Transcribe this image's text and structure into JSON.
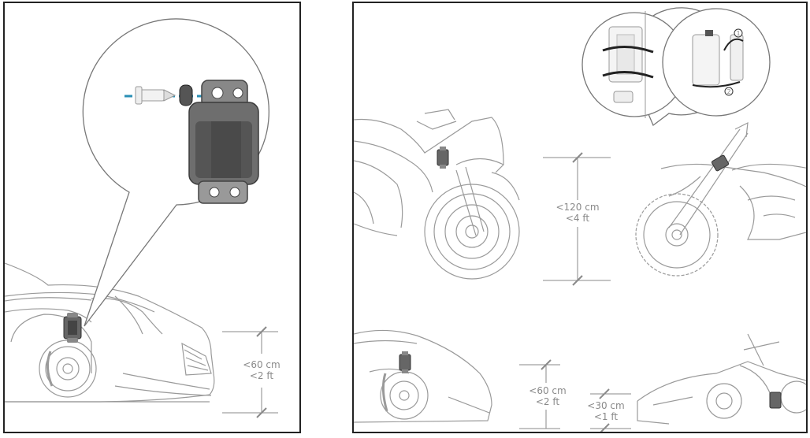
{
  "left_panel": {
    "measure": {
      "metric": "<60 cm",
      "imperial": "<2 ft"
    }
  },
  "right_panel": {
    "moto_measure": {
      "metric": "<120 cm",
      "imperial": "<4 ft"
    },
    "car_measure": {
      "metric": "<60 cm",
      "imperial": "<2 ft"
    },
    "kart_measure": {
      "metric": "<30 cm",
      "imperial": "<1 ft"
    },
    "steps": [
      "1",
      "2"
    ]
  },
  "colors": {
    "line": "#9a9a9a",
    "accent": "#2a8fb5",
    "device": "#555555",
    "frame": "#222222"
  }
}
